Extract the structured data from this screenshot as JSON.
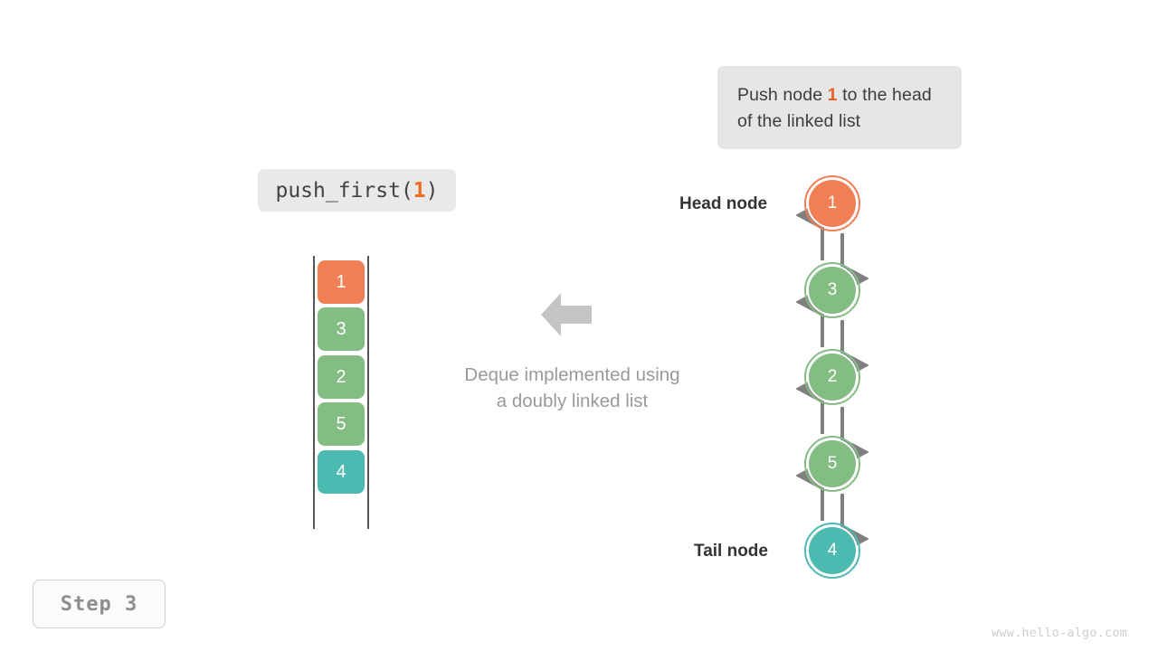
{
  "callout": {
    "text_before": "Push node ",
    "highlight": "1",
    "text_after": " to the head of the linked list",
    "bg_color": "#e6e6e6",
    "highlight_color": "#ec5b28"
  },
  "operation": {
    "name": "push_first(",
    "argument": "1",
    "close": ")",
    "full_label": "push_first(1)"
  },
  "deque": {
    "caption_line1": "Deque implemented using",
    "caption_line2": "a doubly linked list",
    "arrow_direction": "left",
    "cells": [
      {
        "value": "1",
        "color": "#f07f56",
        "role": "new-head"
      },
      {
        "value": "3",
        "color": "#84bd83",
        "role": "normal"
      },
      {
        "value": "2",
        "color": "#84bd83",
        "role": "normal"
      },
      {
        "value": "5",
        "color": "#84bd83",
        "role": "normal"
      },
      {
        "value": "4",
        "color": "#4cbab0",
        "role": "tail"
      }
    ]
  },
  "linked_list": {
    "head_label": "Head node",
    "tail_label": "Tail node",
    "nodes": [
      {
        "value": "1",
        "color": "#f07f56",
        "role": "head"
      },
      {
        "value": "3",
        "color": "#84bd83",
        "role": "middle"
      },
      {
        "value": "2",
        "color": "#84bd83",
        "role": "middle"
      },
      {
        "value": "5",
        "color": "#84bd83",
        "role": "middle"
      },
      {
        "value": "4",
        "color": "#4cbab0",
        "role": "tail"
      }
    ],
    "link_type": "bidirectional",
    "link_color": "#808080"
  },
  "step": {
    "label": "Step 3"
  },
  "watermark": {
    "text": "www.hello-algo.com"
  }
}
